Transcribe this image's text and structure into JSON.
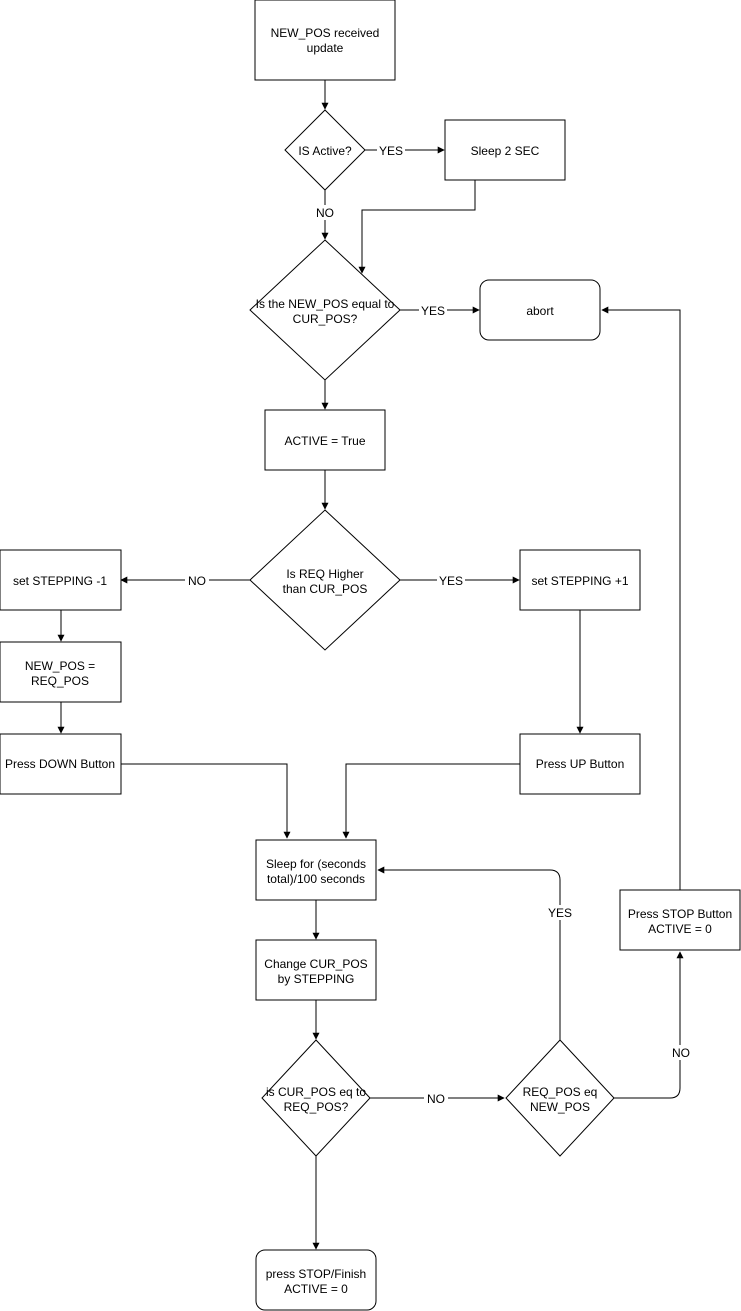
{
  "diagram": {
    "nodes": {
      "start": [
        "NEW_POS received",
        "update"
      ],
      "is_active": [
        "IS Active?"
      ],
      "sleep2": [
        "Sleep 2 SEC"
      ],
      "equal_check": [
        "Is the NEW_POS equal to",
        "CUR_POS?"
      ],
      "abort": [
        "abort"
      ],
      "active_true": [
        "ACTIVE = True"
      ],
      "req_higher": [
        "Is REQ Higher",
        "than CUR_POS"
      ],
      "step_minus": [
        "set STEPPING -1"
      ],
      "step_plus": [
        "set STEPPING +1"
      ],
      "new_eq_req": [
        "NEW_POS =",
        "REQ_POS"
      ],
      "press_down": [
        "Press DOWN Button"
      ],
      "press_up": [
        "Press UP Button"
      ],
      "sleep_for": [
        "Sleep for (seconds",
        "total)/100 seconds"
      ],
      "change_cur": [
        "Change CUR_POS",
        "by STEPPING"
      ],
      "cur_eq_req": [
        "is CUR_POS eq to",
        "REQ_POS?"
      ],
      "req_eq_new": [
        "REQ_POS eq",
        "NEW_POS"
      ],
      "press_stop": [
        "Press STOP Button",
        "ACTIVE = 0"
      ],
      "finish": [
        "press STOP/Finish",
        "ACTIVE = 0"
      ]
    },
    "edge_labels": {
      "active_yes": "YES",
      "active_no": "NO",
      "equal_yes": "YES",
      "higher_no": "NO",
      "higher_yes": "YES",
      "cur_eq_no": "NO",
      "req_eq_yes": "YES",
      "req_eq_no": "NO"
    },
    "colors": {
      "stroke": "#000000",
      "fill": "#ffffff"
    }
  }
}
